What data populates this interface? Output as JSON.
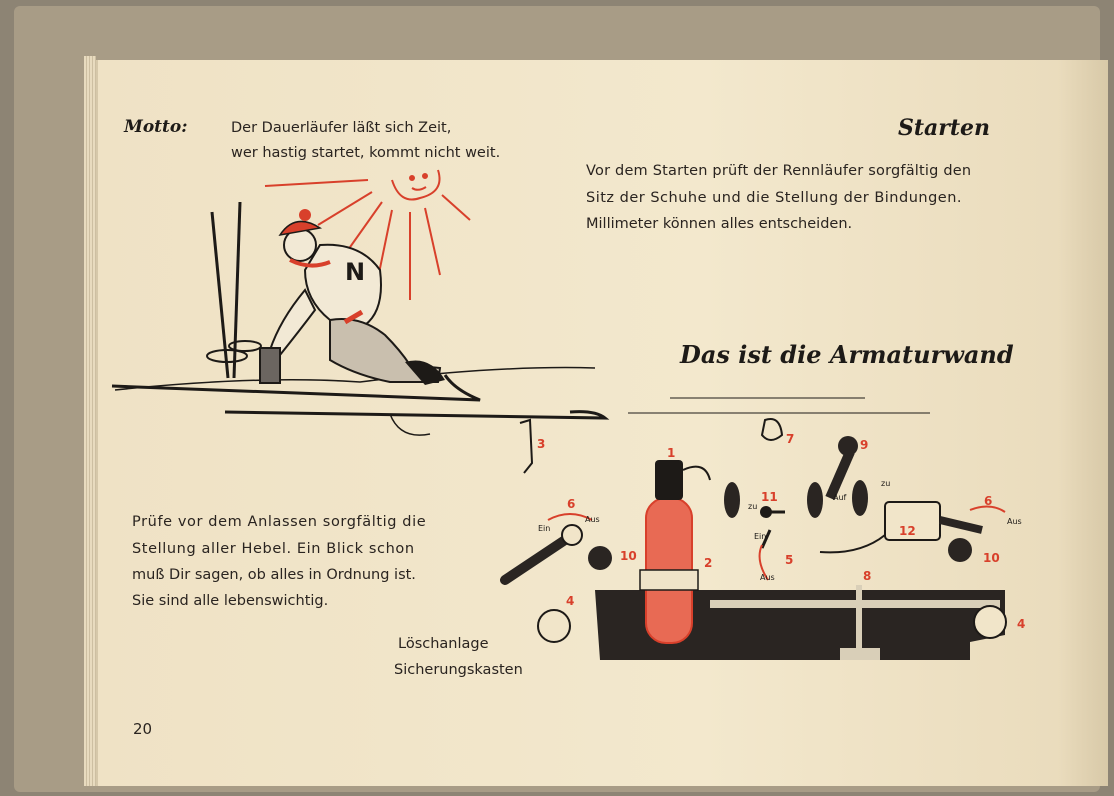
{
  "motto": {
    "label": "Motto:",
    "line1": "Der Dauerläufer läßt sich Zeit,",
    "line2": "wer hastig startet, kommt nicht weit."
  },
  "section1": {
    "heading": "Starten",
    "line1": "Vor dem Starten prüft der Rennläufer sorgfältig den",
    "line2": "Sitz der Schuhe und die Stellung der Bindungen.",
    "line3": "Millimeter können alles entscheiden."
  },
  "section2": {
    "heading": "Das ist die Armaturwand"
  },
  "body": {
    "line1": "Prüfe vor dem Anlassen sorgfältig die",
    "line2": "Stellung aller Hebel. Ein Blick schon",
    "line3": "muß Dir sagen, ob alles in Ordnung ist.",
    "line4": "Sie sind alle lebenswichtig."
  },
  "captions": {
    "loeschanlage": "Löschanlage",
    "sicherungskasten": "Sicherungskasten"
  },
  "page_number": "20",
  "skier_bib": "N",
  "diagram": {
    "labels": {
      "n1": "1",
      "n2": "2",
      "n3": "3",
      "n4a": "4",
      "n4b": "4",
      "n5": "5",
      "n6a": "6",
      "n6b": "6",
      "n7": "7",
      "n8": "8",
      "n9": "9",
      "n10a": "10",
      "n10b": "10",
      "n11": "11",
      "n12": "12",
      "ein1": "Ein",
      "aus1": "Aus",
      "ein2": "Ein",
      "aus2": "Aus",
      "auf": "Auf",
      "zu": "zu",
      "zu2": "zu",
      "aus3": "Aus"
    }
  },
  "colors": {
    "accent": "#d8402b",
    "ink": "#1d1a17",
    "paper": "#f1e5c9"
  }
}
